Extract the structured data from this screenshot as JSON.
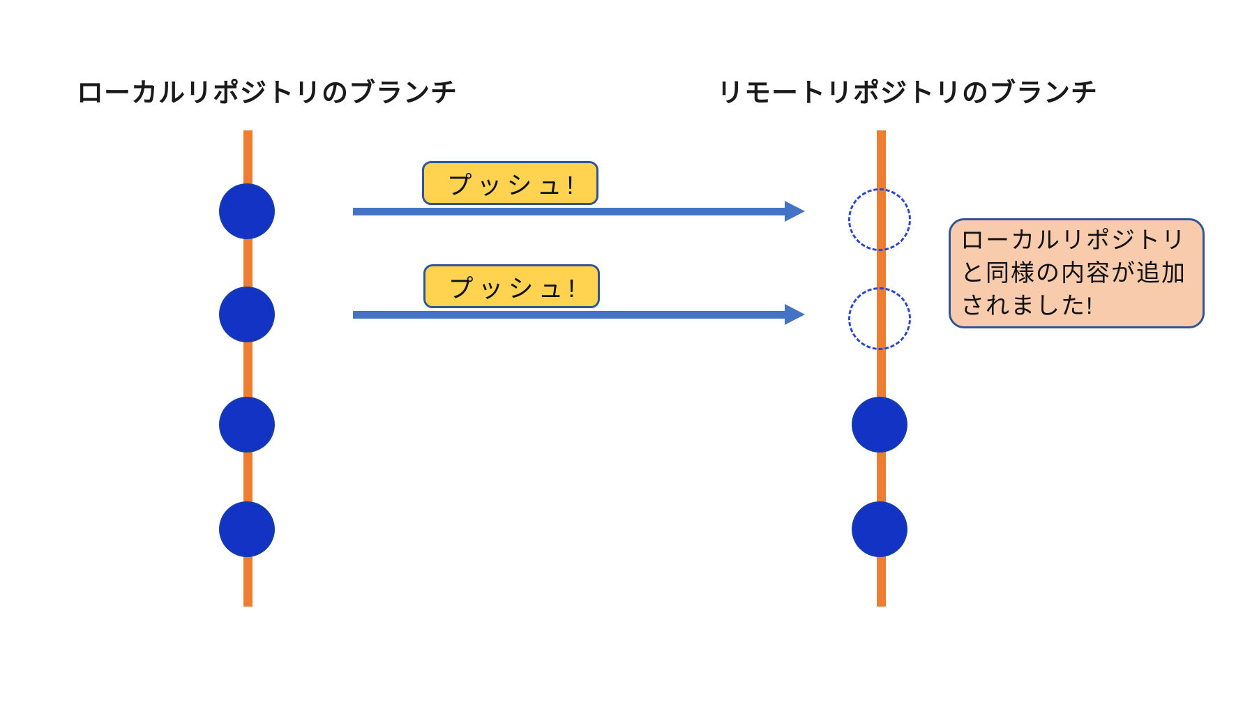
{
  "diagram": {
    "local_branch": {
      "title": "ローカルリポジトリのブランチ",
      "commit_count": 4
    },
    "remote_branch": {
      "title": "リモートリポジトリのブランチ",
      "commit_count": 2,
      "pending_commit_count": 2
    },
    "push_labels": [
      "プッシュ!",
      "プッシュ!"
    ],
    "callout": {
      "text": "ローカルリポジトリ\nと同様の内容が追加\nされました!"
    },
    "colors": {
      "branch_line": "#ED7D31",
      "commit_fill": "#1233C4",
      "arrow": "#4472C4",
      "push_box_fill": "#FFD350",
      "push_box_border": "#2F5597",
      "callout_fill": "#F8CBAD",
      "callout_border": "#2F5597",
      "dashed_circle": "#2A46D4"
    }
  }
}
